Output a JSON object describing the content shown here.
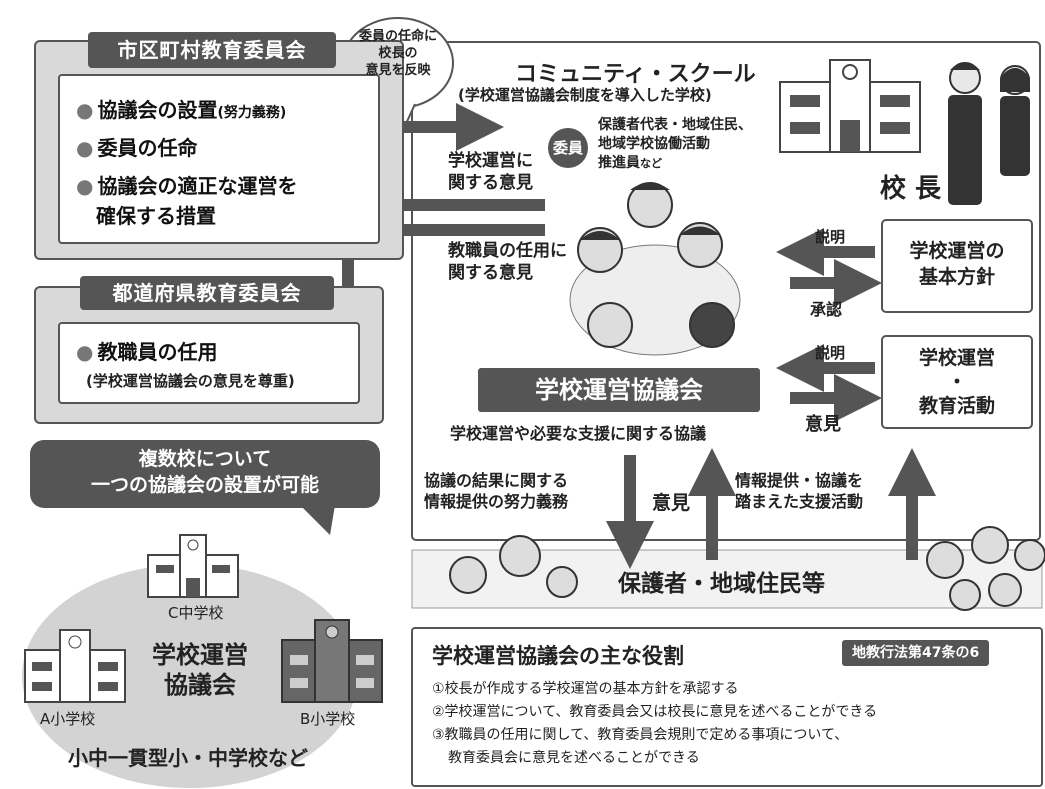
{
  "municipal_board": {
    "title": "市区町村教育委員会",
    "items": [
      {
        "text": "協議会の設置",
        "note": "(努力義務)"
      },
      {
        "text": "委員の任命",
        "note": ""
      },
      {
        "text": "協議会の適正な運営を",
        "note": ""
      }
    ],
    "item3_line2": "確保する措置"
  },
  "speech_bubble": {
    "line1": "委員の任命に",
    "line2": "校長の",
    "line3": "意見を反映"
  },
  "prefectural_board": {
    "title": "都道府県教育委員会",
    "item": "教職員の任用",
    "note": "(学校運営協議会の意見を尊重)"
  },
  "community_school": {
    "title": "コミュニティ・スクール",
    "subtitle": "(学校運営協議会制度を導入した学校)",
    "member_badge": "委員",
    "member_line1": "保護者代表・地域住民、",
    "member_line2": "地域学校協働活動",
    "member_line3_main": "推進員",
    "member_line3_small": "など",
    "opinion_school_ops_1": "学校運営に",
    "opinion_school_ops_2": "関する意見",
    "opinion_staff_1": "教職員の任用に",
    "opinion_staff_2": "関する意見",
    "principal_label": "校 長",
    "council_label": "学校運営協議会",
    "council_sub": "学校運営や必要な支援に関する協議"
  },
  "principal_boxes": {
    "basic_policy_1": "学校運営の",
    "basic_policy_2": "基本方針",
    "activities_1": "学校運営",
    "activities_dot": "・",
    "activities_2": "教育活動",
    "explain_1": "説明",
    "approve": "承認",
    "explain_2": "説明",
    "opinion": "意見"
  },
  "guardians": {
    "label": "保護者・地域住民等",
    "info_duty_1": "協議の結果に関する",
    "info_duty_2": "情報提供の努力義務",
    "opinion": "意見",
    "support_1": "情報提供・協議を",
    "support_2": "踏まえた支援活動"
  },
  "multi_school": {
    "bubble_line1": "複数校について",
    "bubble_line2": "一つの協議会の設置が可能",
    "c_school": "C中学校",
    "a_school": "A小学校",
    "b_school": "B小学校",
    "council_1": "学校運営",
    "council_2": "協議会",
    "footer": "小中一貫型小・中学校など"
  },
  "roles": {
    "title": "学校運営協議会の主な役割",
    "law_badge": "地教行法第47条の6",
    "items": [
      "①校長が作成する学校運営の基本方針を承認する",
      "②学校運営について、教育委員会又は校長に意見を述べることができる",
      "③教職員の任用に関して、教育委員会規則で定める事項について、"
    ],
    "item3_line2": "教育委員会に意見を述べることができる"
  },
  "colors": {
    "dark": "#555555",
    "panel": "#d9d9d9",
    "arrow": "#555555"
  }
}
